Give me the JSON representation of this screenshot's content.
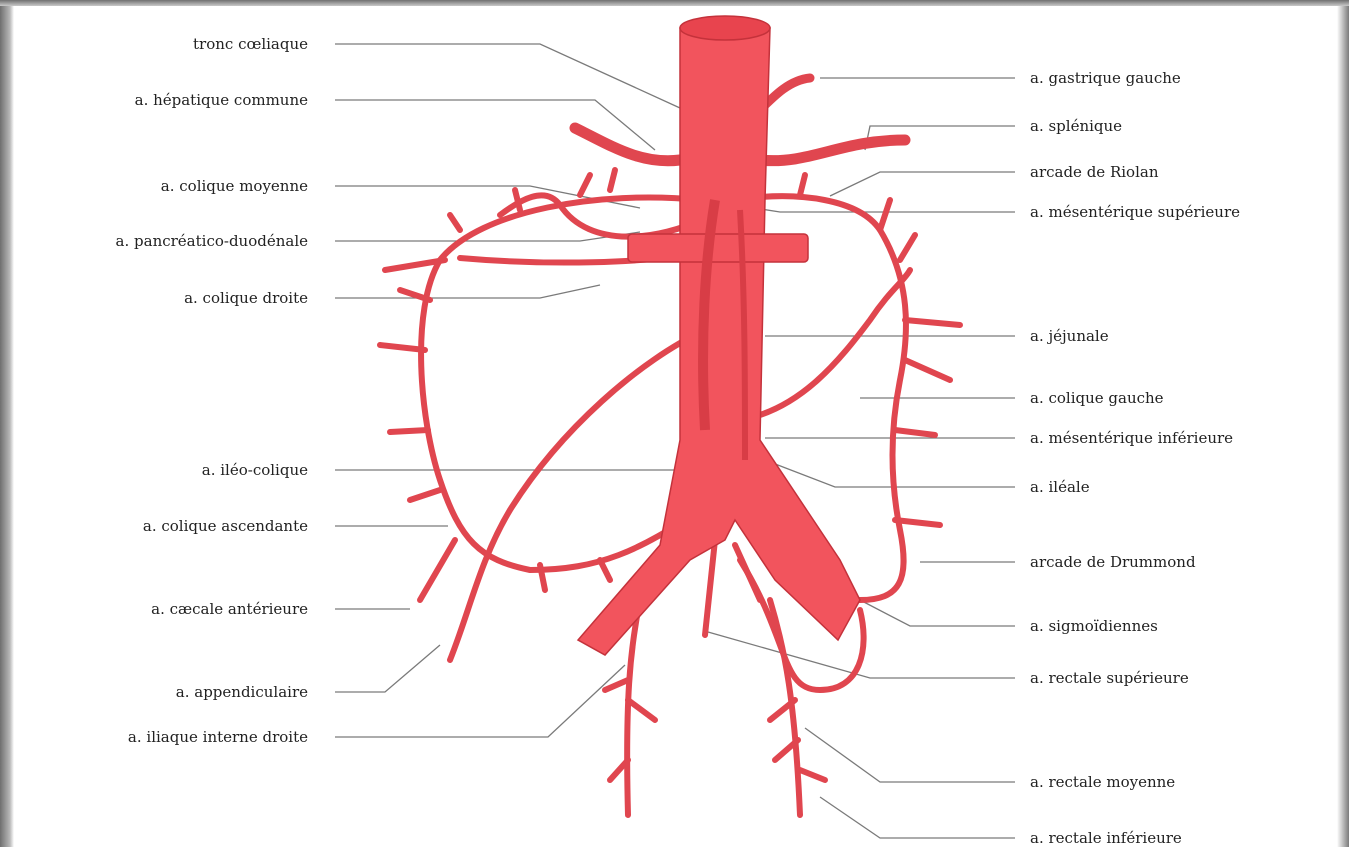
{
  "diagram": {
    "labels_left": [
      "tronc cœliaque",
      "a. hépatique commune",
      "a. colique moyenne",
      "a. pancréatico-duodénale",
      "a. colique droite",
      "a. iléo-colique",
      "a. colique ascendante",
      "a. cæcale antérieure",
      "a. appendiculaire",
      "a. iliaque interne droite"
    ],
    "labels_right": [
      "a. gastrique gauche",
      "a. splénique",
      "arcade de Riolan",
      "a. mésentérique supérieure",
      "a. jéjunale",
      "a. colique gauche",
      "a. mésentérique inférieure",
      "a. iléale",
      "arcade de Drummond",
      "a. sigmoïdiennes",
      "a. rectale supérieure",
      "a. rectale moyenne",
      "a. rectale inférieure"
    ],
    "colors": {
      "artery_fill": "#f2545d",
      "artery_stroke": "#c4323b",
      "leader": "#7a7a7a",
      "text": "#222222"
    }
  }
}
